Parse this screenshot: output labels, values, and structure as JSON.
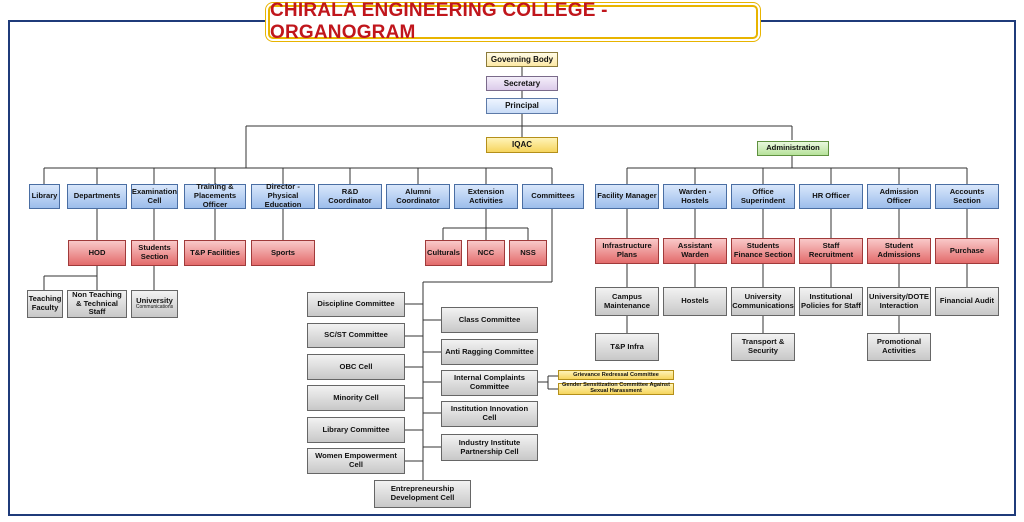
{
  "title": "CHIRALA ENGINEERING COLLEGE - ORGANOGRAM",
  "nodes": {
    "governing_body": "Governing Body",
    "secretary": "Secretary",
    "principal": "Principal",
    "iqac": "IQAC",
    "administration": "Administration",
    "library": "Library",
    "departments": "Departments",
    "examination_cell": "Examination Cell",
    "training_placements": "Training & Placements Officer",
    "director_pe": "Director - Physical Education",
    "rd_coordinator": "R&D Coordinator",
    "alumni_coordinator": "Alumni Coordinator",
    "extension_activities": "Extension Activities",
    "committees": "Committees",
    "hod": "HOD",
    "students_section": "Students Section",
    "tp_facilities": "T&P Facilities",
    "sports": "Sports",
    "culturals": "Culturals",
    "ncc": "NCC",
    "nss": "NSS",
    "teaching_faculty": "Teaching Faculty",
    "non_teaching": "Non Teaching & Technical Staff",
    "university_main": "University",
    "university_sub": "Communications",
    "discipline_committee": "Discipline Committee",
    "scst_committee": "SC/ST Committee",
    "obc_cell": "OBC Cell",
    "minority_cell": "Minority Cell",
    "library_committee": "Library Committee",
    "women_empowerment": "Women Empowerment Cell",
    "entrepreneurship": "Entrepreneurship Development Cell",
    "class_committee": "Class Committee",
    "anti_ragging": "Anti Ragging Committee",
    "internal_complaints": "Internal Complaints Committee",
    "institution_innovation": "Institution Innovation Cell",
    "industry_institute": "Industry Institute Partnership Cell",
    "grievance_redressal": "Grievance Redressal Committee",
    "gender_sensitization": "Gender Sensitization Committee Against Sexual Harassment",
    "facility_manager": "Facility Manager",
    "warden_hostels": "Warden - Hostels",
    "office_superintendent": "Office Superindent",
    "hr_officer": "HR Officer",
    "admission_officer": "Admission Officer",
    "accounts_section": "Accounts Section",
    "infrastructure_plans": "Infrastructure Plans",
    "assistant_warden": "Assistant Warden",
    "students_finance": "Students Finance Section",
    "staff_recruitment": "Staff Recruitment",
    "student_admissions": "Student Admissions",
    "purchase": "Purchase",
    "campus_maintenance": "Campus Maintenance",
    "hostels": "Hostels",
    "university_communications": "University Communications",
    "institutional_policies": "Institutional Policies for Staff",
    "university_dote": "University/DOTE Interaction",
    "financial_audit": "Financial Audit",
    "tp_infra": "T&P Infra",
    "transport_security": "Transport & Security",
    "promotional_activities": "Promotional Activities"
  }
}
